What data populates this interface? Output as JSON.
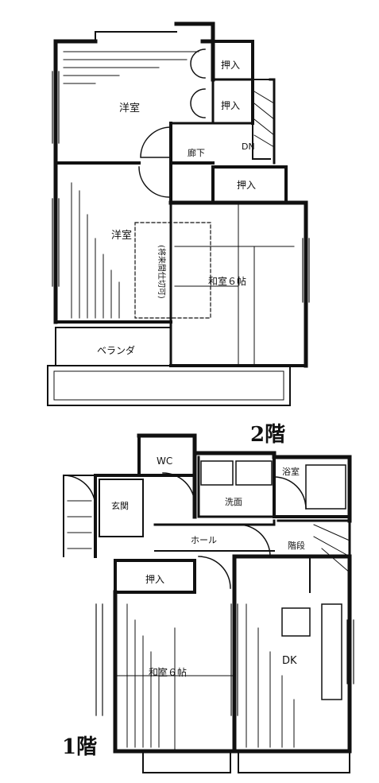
{
  "floors": {
    "upper": {
      "title": "2階"
    },
    "lower": {
      "title": "1階"
    }
  },
  "rooms": {
    "upper": {
      "western_north": "洋室",
      "closet_1": "押入",
      "closet_2": "押入",
      "hallway": "廊下",
      "down_arrow": "DN",
      "western_south": "洋室",
      "closet_3": "押入",
      "washitsu": "和室６帖",
      "veranda": "ベランダ",
      "note": "(将来間仕切可)"
    },
    "lower": {
      "wc": "WC",
      "bath": "浴室",
      "entrance": "玄関",
      "washroom": "洗面",
      "hall": "ホール",
      "stairs": "階段",
      "closet": "押入",
      "washitsu": "和室６帖",
      "dk": "DK"
    }
  },
  "colors": {
    "wall": "#111111",
    "line": "#222222",
    "background": "#ffffff"
  }
}
